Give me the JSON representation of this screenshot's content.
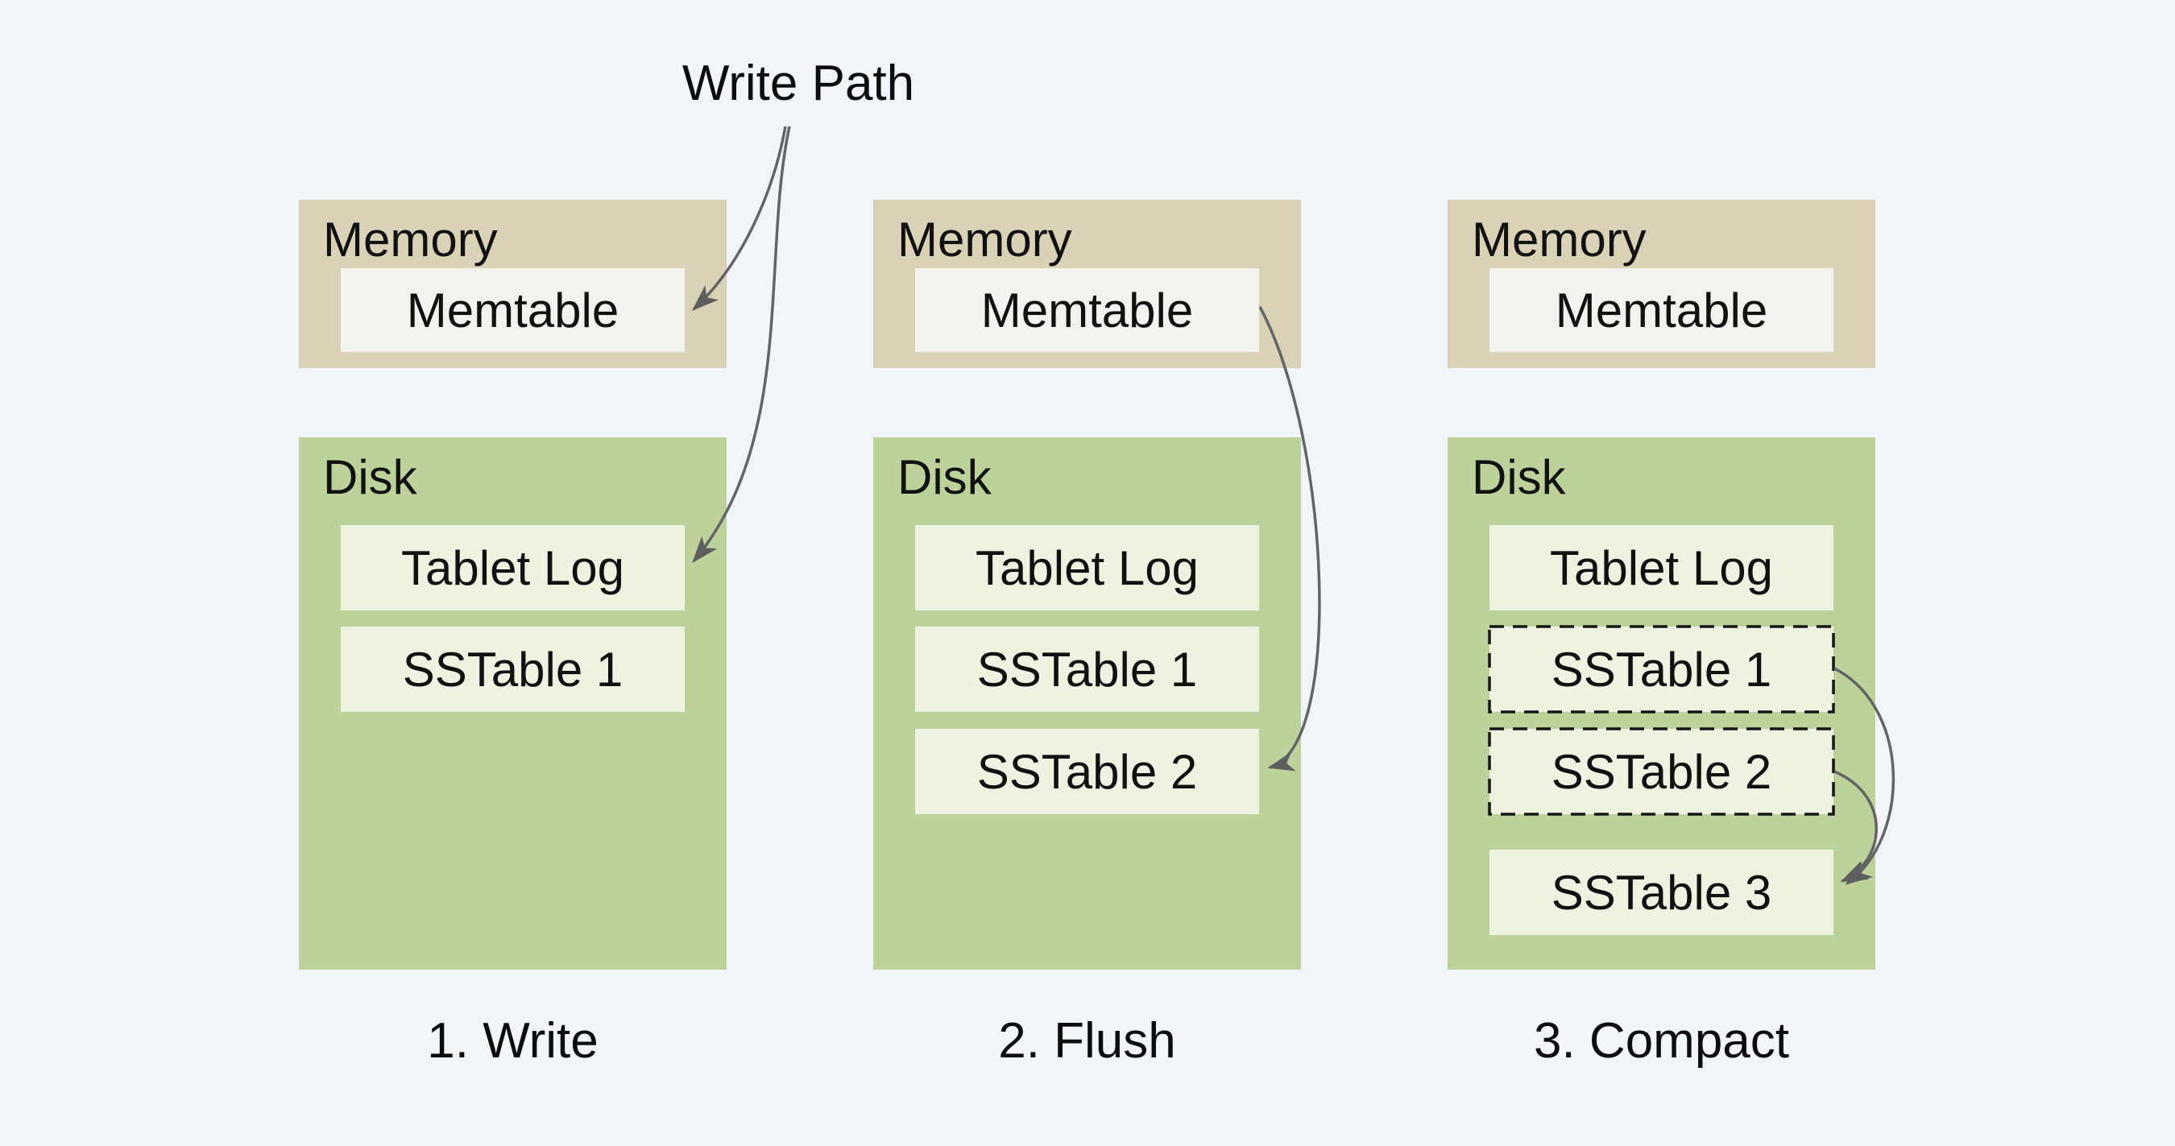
{
  "title": {
    "label": "Write Path"
  },
  "panels": [
    {
      "caption": "1. Write",
      "memory": {
        "label": "Memory",
        "memtable": "Memtable"
      },
      "disk": {
        "label": "Disk",
        "rows": [
          "Tablet Log",
          "SSTable 1"
        ]
      }
    },
    {
      "caption": "2. Flush",
      "memory": {
        "label": "Memory",
        "memtable": "Memtable"
      },
      "disk": {
        "label": "Disk",
        "rows": [
          "Tablet Log",
          "SSTable 1",
          "SSTable 2"
        ]
      }
    },
    {
      "caption": "3. Compact",
      "memory": {
        "label": "Memory",
        "memtable": "Memtable"
      },
      "disk": {
        "label": "Disk",
        "rows": [
          "Tablet Log",
          "SSTable 1",
          "SSTable 2",
          "SSTable 3"
        ]
      }
    }
  ],
  "colors": {
    "background": "#f1f5fa",
    "memory_fill": "#d9d2b7",
    "memory_inner_fill": "#f2f2ef",
    "disk_fill": "#bdd29a",
    "disk_inner_fill": "#eef3e1",
    "dashed_border": "#151515",
    "arrow": "#646464",
    "text": "#111111"
  }
}
